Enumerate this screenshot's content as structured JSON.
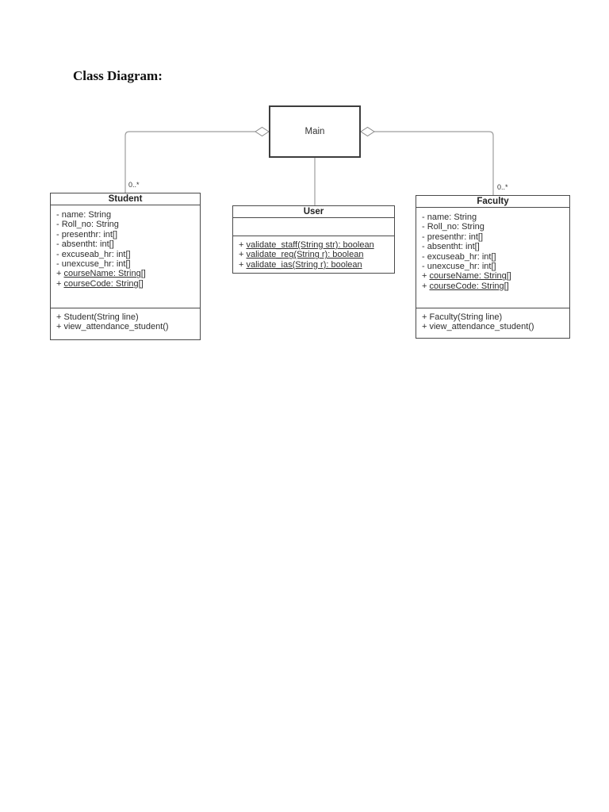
{
  "page": {
    "title": "Class Diagram:"
  },
  "diagram": {
    "colors": {
      "connector": "#9e9e9e",
      "border": "#4a4a4a",
      "text": "#2e2e2e"
    },
    "icons": {
      "left_connector_end": "aggregation-diamond",
      "right_connector_end": "aggregation-diamond"
    },
    "main": {
      "name": "Main"
    },
    "classes": [
      {
        "id": "student",
        "name": "Student",
        "multiplicity": "0..*",
        "attributes": [
          {
            "prefix": "- ",
            "text": "name: String",
            "underline": false
          },
          {
            "prefix": "- ",
            "text": "Roll_no: String",
            "underline": false
          },
          {
            "prefix": "- ",
            "text": "presenthr: int[]",
            "underline": false
          },
          {
            "prefix": "- ",
            "text": "absentht: int[]",
            "underline": false
          },
          {
            "prefix": "- ",
            "text": "excuseab_hr: int[]",
            "underline": false
          },
          {
            "prefix": "- ",
            "text": "unexcuse_hr: int[]",
            "underline": false
          },
          {
            "prefix": "+ ",
            "text": "courseName: String[]",
            "underline": true
          },
          {
            "prefix": "+ ",
            "text": "courseCode: String[]",
            "underline": true
          }
        ],
        "methods": [
          {
            "prefix": "+ ",
            "text": "Student(String line)",
            "underline": false
          },
          {
            "prefix": "+ ",
            "text": "view_attendance_student()",
            "underline": false
          }
        ]
      },
      {
        "id": "user",
        "name": "User",
        "attributes": [],
        "methods": [
          {
            "prefix": "+ ",
            "text": "validate_staff(String str): boolean",
            "underline": true
          },
          {
            "prefix": "+ ",
            "text": "validate_reg(String r): boolean",
            "underline": true
          },
          {
            "prefix": "+ ",
            "text": "validate_ias(String r): boolean",
            "underline": true
          }
        ]
      },
      {
        "id": "faculty",
        "name": "Faculty",
        "multiplicity": "0..*",
        "attributes": [
          {
            "prefix": "- ",
            "text": "name: String",
            "underline": false
          },
          {
            "prefix": "- ",
            "text": "Roll_no: String",
            "underline": false
          },
          {
            "prefix": "- ",
            "text": "presenthr: int[]",
            "underline": false
          },
          {
            "prefix": "- ",
            "text": "absentht: int[]",
            "underline": false
          },
          {
            "prefix": "- ",
            "text": "excuseab_hr: int[]",
            "underline": false
          },
          {
            "prefix": "- ",
            "text": "unexcuse_hr: int[]",
            "underline": false
          },
          {
            "prefix": "+ ",
            "text": "courseName: String[]",
            "underline": true
          },
          {
            "prefix": "+ ",
            "text": "courseCode: String[]",
            "underline": true
          }
        ],
        "methods": [
          {
            "prefix": "+ ",
            "text": "Faculty(String line)",
            "underline": false
          },
          {
            "prefix": "+ ",
            "text": "view_attendance_student()",
            "underline": false
          }
        ]
      }
    ]
  }
}
